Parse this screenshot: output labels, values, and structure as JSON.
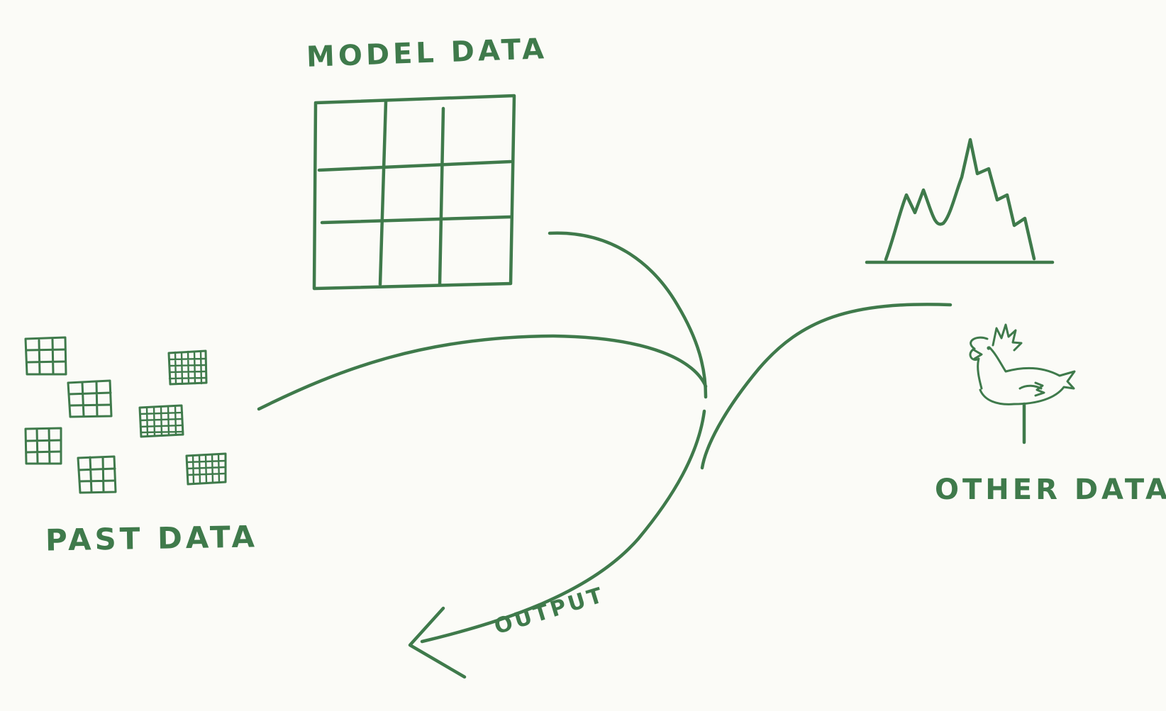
{
  "labels": {
    "model_data": "MODEL DATA",
    "past_data": "PAST DATA",
    "other_data": "OTHER DATA",
    "output": "OUTPUT"
  },
  "icons": {
    "model_grid": "large-3x3-grid-icon",
    "past_grids": "small-grid-icons",
    "histogram": "histogram-peaks-icon",
    "chicken": "chicken-icon",
    "arrow": "output-arrow-icon"
  },
  "colors": {
    "ink": "#3f7a4b",
    "paper": "#fbfbf7"
  }
}
